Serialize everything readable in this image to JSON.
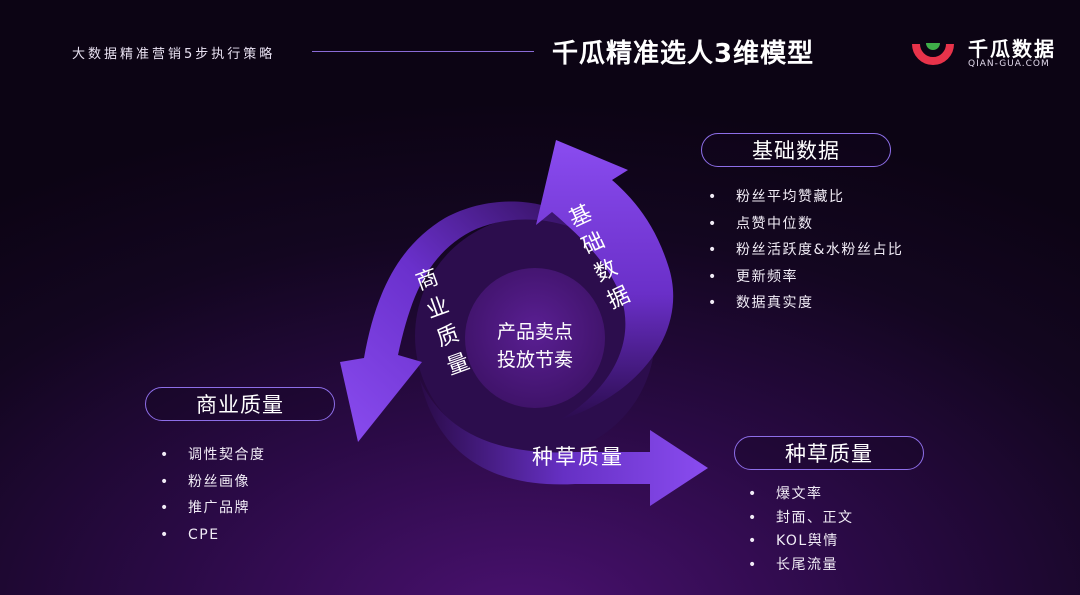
{
  "header": {
    "subtitle": "大数据精准营销5步执行策略",
    "title": "千瓜精准选人3维模型"
  },
  "logo": {
    "name": "千瓜数据",
    "domain": "QIAN-GUA.COM"
  },
  "center": {
    "line1": "产品卖点",
    "line2": "投放节奏"
  },
  "arrows": {
    "basic": [
      "基",
      "础",
      "数",
      "据"
    ],
    "business": [
      "商",
      "业",
      "质",
      "量"
    ],
    "seeding": "种草质量"
  },
  "groups": {
    "basic": {
      "label": "基础数据",
      "items": [
        "粉丝平均赞藏比",
        "点赞中位数",
        "粉丝活跃度&水粉丝占比",
        "更新频率",
        "数据真实度"
      ]
    },
    "business": {
      "label": "商业质量",
      "items": [
        "调性契合度",
        "粉丝画像",
        "推广品牌",
        "CPE"
      ]
    },
    "seeding": {
      "label": "种草质量",
      "items": [
        "爆文率",
        "封面、正文",
        "KOL舆情",
        "长尾流量"
      ]
    }
  },
  "colors": {
    "accent": "#7b4ce6",
    "pill_border": "#8d6ee8",
    "logo_red": "#e8334a",
    "logo_green": "#3fae49"
  }
}
